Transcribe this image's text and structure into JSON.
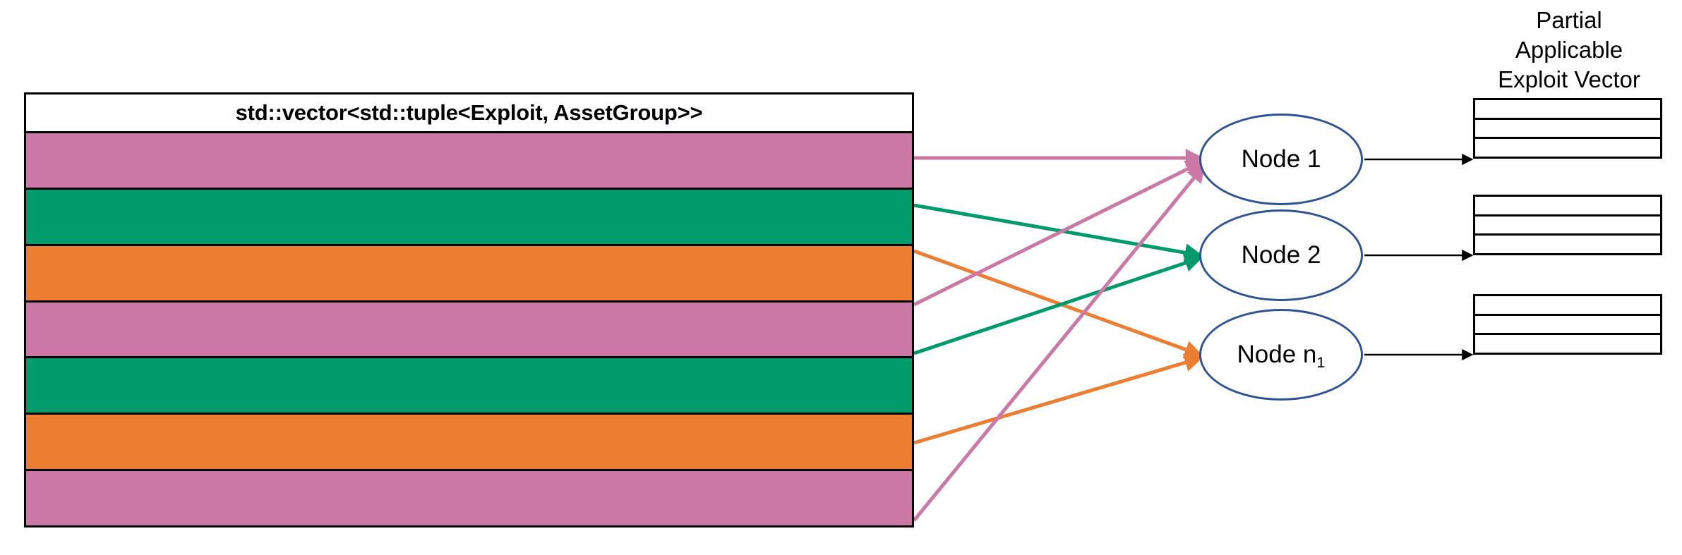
{
  "diagram": {
    "title": "Exploit / AssetGroup vector distribution to nodes",
    "colors": {
      "pink": "#CB78A7",
      "green": "#009B6B",
      "orange": "#ED7D31",
      "node_border": "#2E5496",
      "outline": "#000000",
      "background": "#FFFFFF"
    }
  },
  "vector_table": {
    "header_label": "std::vector<std::tuple<Exploit, AssetGroup>>",
    "rows": [
      {
        "index": 0,
        "color_name": "pink",
        "color": "#CB78A7",
        "target_node": "Node 1"
      },
      {
        "index": 1,
        "color_name": "green",
        "color": "#009B6B",
        "target_node": "Node 2"
      },
      {
        "index": 2,
        "color_name": "orange",
        "color": "#ED7D31",
        "target_node": "Node n1"
      },
      {
        "index": 3,
        "color_name": "pink",
        "color": "#CB78A7",
        "target_node": "Node 1"
      },
      {
        "index": 4,
        "color_name": "green",
        "color": "#009B6B",
        "target_node": "Node 2"
      },
      {
        "index": 5,
        "color_name": "orange",
        "color": "#ED7D31",
        "target_node": "Node n1"
      },
      {
        "index": 6,
        "color_name": "pink",
        "color": "#CB78A7",
        "target_node": "Node 1"
      }
    ]
  },
  "nodes": [
    {
      "id": "node-1",
      "label_main": "Node 1",
      "label_sub": ""
    },
    {
      "id": "node-2",
      "label_main": "Node 2",
      "label_sub": ""
    },
    {
      "id": "node-n",
      "label_main": "Node n",
      "label_sub": "1"
    }
  ],
  "partial_vector": {
    "title_line_1": "Partial",
    "title_line_2": "Applicable",
    "title_line_3": "Exploit Vector",
    "cell_count": 3,
    "cells": [
      "",
      "",
      ""
    ]
  },
  "edges": [
    {
      "from_row": 0,
      "to_node": "node-1",
      "color": "#CB78A7"
    },
    {
      "from_row": 1,
      "to_node": "node-2",
      "color": "#009B6B"
    },
    {
      "from_row": 2,
      "to_node": "node-n",
      "color": "#ED7D31"
    },
    {
      "from_row": 3,
      "to_node": "node-1",
      "color": "#CB78A7"
    },
    {
      "from_row": 4,
      "to_node": "node-2",
      "color": "#009B6B"
    },
    {
      "from_row": 5,
      "to_node": "node-n",
      "color": "#ED7D31"
    },
    {
      "from_row": 6,
      "to_node": "node-1",
      "color": "#CB78A7"
    }
  ]
}
